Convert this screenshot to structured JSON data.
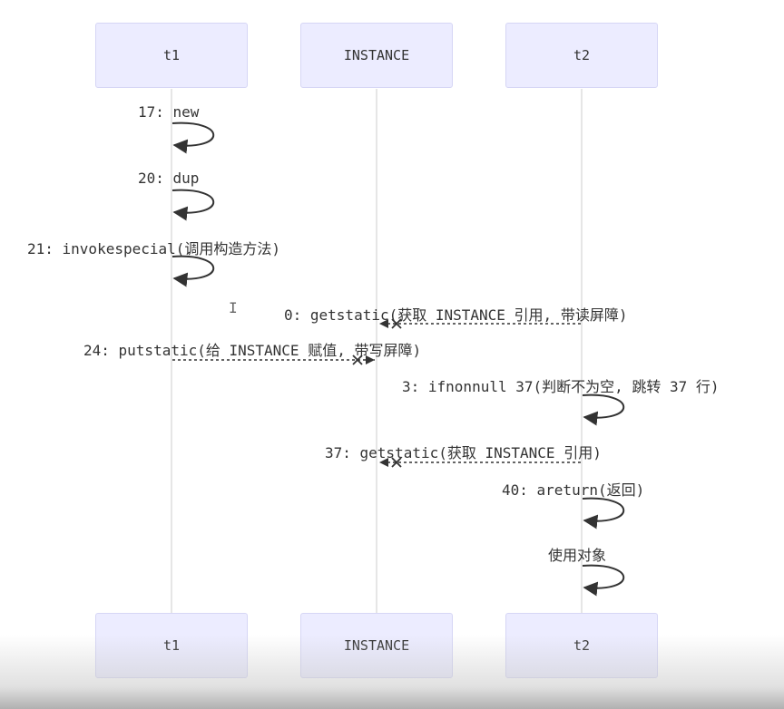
{
  "participants": [
    {
      "id": "t1",
      "label": "t1"
    },
    {
      "id": "instance",
      "label": "INSTANCE"
    },
    {
      "id": "t2",
      "label": "t2"
    }
  ],
  "messages": [
    {
      "from": "t1",
      "to": "t1",
      "label": "17: new",
      "style": "self"
    },
    {
      "from": "t1",
      "to": "t1",
      "label": "20: dup",
      "style": "self"
    },
    {
      "from": "t1",
      "to": "t1",
      "label": "21: invokespecial(调用构造方法)",
      "style": "self"
    },
    {
      "from": "t2",
      "to": "instance",
      "label": "0: getstatic(获取 INSTANCE 引用, 带读屏障)",
      "style": "dotted-cross"
    },
    {
      "from": "t1",
      "to": "instance",
      "label": "24: putstatic(给 INSTANCE 赋值, 带写屏障)",
      "style": "dotted-cross"
    },
    {
      "from": "t2",
      "to": "t2",
      "label": "3: ifnonnull 37(判断不为空, 跳转 37 行)",
      "style": "self"
    },
    {
      "from": "t2",
      "to": "instance",
      "label": "37: getstatic(获取 INSTANCE 引用)",
      "style": "dotted-cross"
    },
    {
      "from": "t2",
      "to": "t2",
      "label": "40: areturn(返回)",
      "style": "self"
    },
    {
      "from": "t2",
      "to": "t2",
      "label": "使用对象",
      "style": "self"
    }
  ],
  "colors": {
    "actor_fill": "#ececff",
    "actor_border": "#d6d6f5",
    "lifeline": "#cccccc",
    "arrow": "#333333"
  }
}
